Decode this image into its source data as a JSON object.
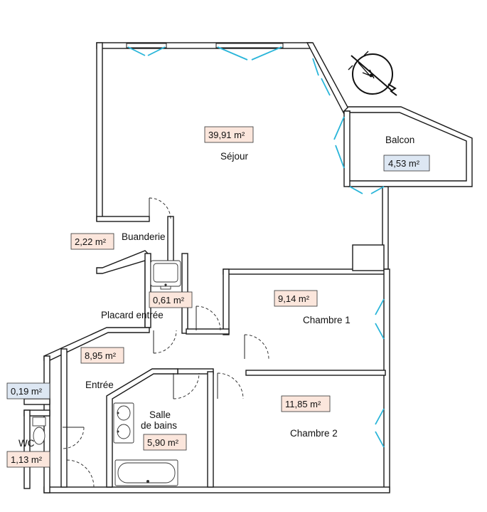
{
  "colors": {
    "wall": "#1a1a1a",
    "window": "#29b5d9",
    "area_box_beige": "#fbe6dc",
    "area_box_blue": "#dde7f3"
  },
  "rooms": {
    "sejour": {
      "name": "Séjour",
      "area": "39,91 m²"
    },
    "balcon": {
      "name": "Balcon",
      "area": "4,53 m²"
    },
    "buanderie": {
      "name": "Buanderie",
      "area": "2,22 m²"
    },
    "placard": {
      "name": "Placard entrée",
      "area": "0,61 m²"
    },
    "chambre1": {
      "name": "Chambre 1",
      "area": "9,14 m²"
    },
    "entree": {
      "name": "Entrée",
      "area": "8,95 m²"
    },
    "sdb": {
      "name_line1": "Salle",
      "name_line2": "de bains",
      "area": "5,90 m²"
    },
    "chambre2": {
      "name": "Chambre 2",
      "area": "11,85 m²"
    },
    "wc": {
      "name": "WC",
      "area": "1,13 m²"
    },
    "gaine": {
      "area": "0,19 m²"
    }
  },
  "compass": {
    "icon": "north-arrow-icon"
  }
}
